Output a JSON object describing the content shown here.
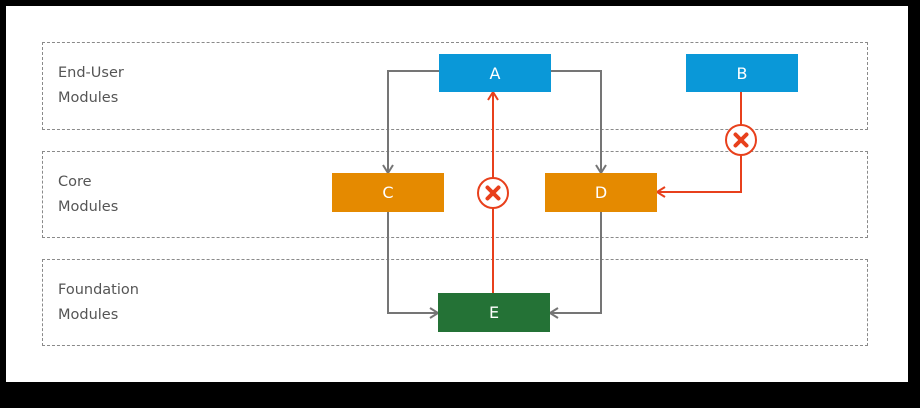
{
  "layers": {
    "end_user": {
      "line1": "End-User",
      "line2": "Modules"
    },
    "core": {
      "line1": "Core",
      "line2": "Modules"
    },
    "foundation": {
      "line1": "Foundation",
      "line2": "Modules"
    }
  },
  "modules": {
    "a": "A",
    "b": "B",
    "c": "C",
    "d": "D",
    "e": "E"
  },
  "edges": [
    {
      "from": "A",
      "to": "C",
      "allowed": true
    },
    {
      "from": "A",
      "to": "D",
      "allowed": true
    },
    {
      "from": "C",
      "to": "E",
      "allowed": true
    },
    {
      "from": "D",
      "to": "E",
      "allowed": true
    },
    {
      "from": "E",
      "to": "A",
      "allowed": false
    },
    {
      "from": "B",
      "to": "D",
      "allowed": false
    }
  ],
  "colors": {
    "end_user_module": "#0a98d8",
    "core_module": "#e58a00",
    "foundation_module": "#247236",
    "allowed_edge": "#757575",
    "forbidden_edge": "#e8401c"
  },
  "icons": {
    "forbidden_marker": "x-circle-icon"
  }
}
